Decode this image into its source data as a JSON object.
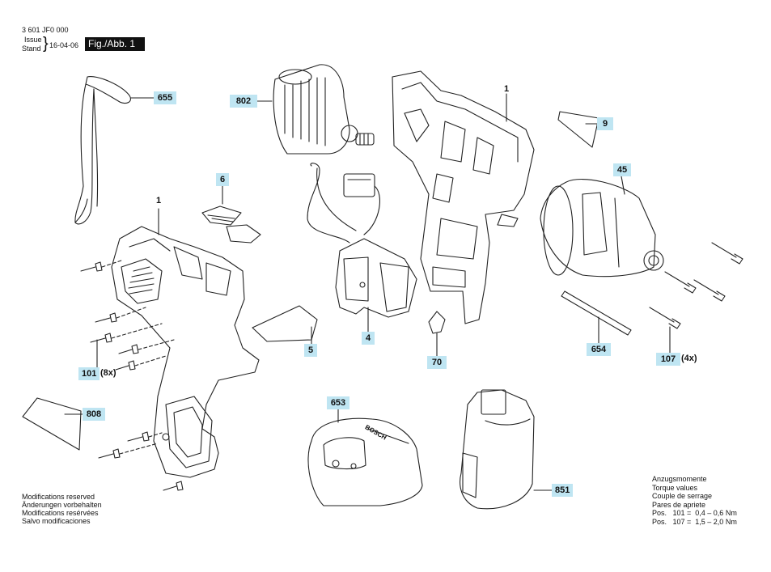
{
  "header": {
    "doc_number": "3 601 JF0 000",
    "issue_label": "Issue",
    "stand_label": "Stand",
    "date": "16-04-06",
    "figure_label": "Fig./Abb. 1"
  },
  "parts": {
    "p655": "655",
    "p802": "802",
    "p1_housing": "1",
    "p9": "9",
    "p6": "6",
    "p1_left": "1",
    "p45": "45",
    "p5": "5",
    "p4": "4",
    "p70": "70",
    "p654": "654",
    "p107": "107",
    "p107_qty": "(4x)",
    "p101": "101",
    "p101_qty": "(8x)",
    "p808": "808",
    "p653": "653",
    "p851": "851"
  },
  "notes": {
    "line1": "Modifications reserved",
    "line2": "Änderungen vorbehalten",
    "line3": "Modifications resérvées",
    "line4": "Salvo modificaciones"
  },
  "torque": {
    "title_de": "Anzugsmomente",
    "title_en": "Torque values",
    "title_fr": "Couple de serrage",
    "title_es": "Pares de apriete",
    "row1": "Pos.   101 =  0,4 – 0,6 Nm",
    "row2": "Pos.   107 =  1,5 – 2,0 Nm"
  },
  "logo_text": "BOSCH",
  "colors": {
    "callout_bg": "#bfe5f2",
    "line": "#222222"
  }
}
